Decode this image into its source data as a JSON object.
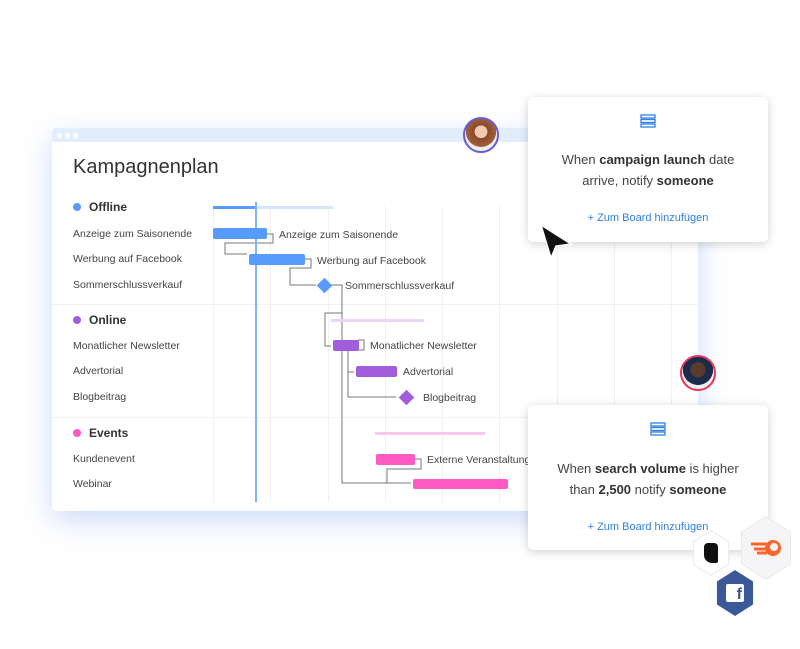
{
  "window": {
    "title": "Kampagnenplan"
  },
  "groups": [
    {
      "name": "Offline",
      "color": "#579bfc",
      "items": [
        "Anzeige zum Saisonende",
        "Werbung auf Facebook",
        "Sommerschlussverkauf"
      ]
    },
    {
      "name": "Online",
      "color": "#a25ddc",
      "items": [
        "Monatlicher Newsletter",
        "Advertorial",
        "Blogbeitrag"
      ]
    },
    {
      "name": "Events",
      "color": "#ff5ac4",
      "items": [
        "Kundenevent",
        "Webinar"
      ]
    }
  ],
  "gantt_labels": [
    "Anzeige zum Saisonende",
    "Werbung auf Facebook",
    "Sommerschlussverkauf",
    "Monatlicher Newsletter",
    "Advertorial",
    "Blogbeitrag",
    "Externe Veranstaltung"
  ],
  "cards": [
    {
      "pre": "When ",
      "b1": "campaign launch",
      "mid": " date arrive, notify ",
      "b2": "someone",
      "post": "",
      "link": "+ Zum Board hinzufügen"
    },
    {
      "pre": "When ",
      "b1": "search volume",
      "mid": " is higher than ",
      "b2": "2,500",
      "mid2": " notify ",
      "b3": "someone",
      "link": "+ Zum Board hinzufügen"
    }
  ],
  "integrations": [
    "hootsuite-icon",
    "semrush-icon",
    "facebook-icon"
  ],
  "colors": {
    "accent": "#2f7fe8",
    "today_line": "#579bfc"
  }
}
